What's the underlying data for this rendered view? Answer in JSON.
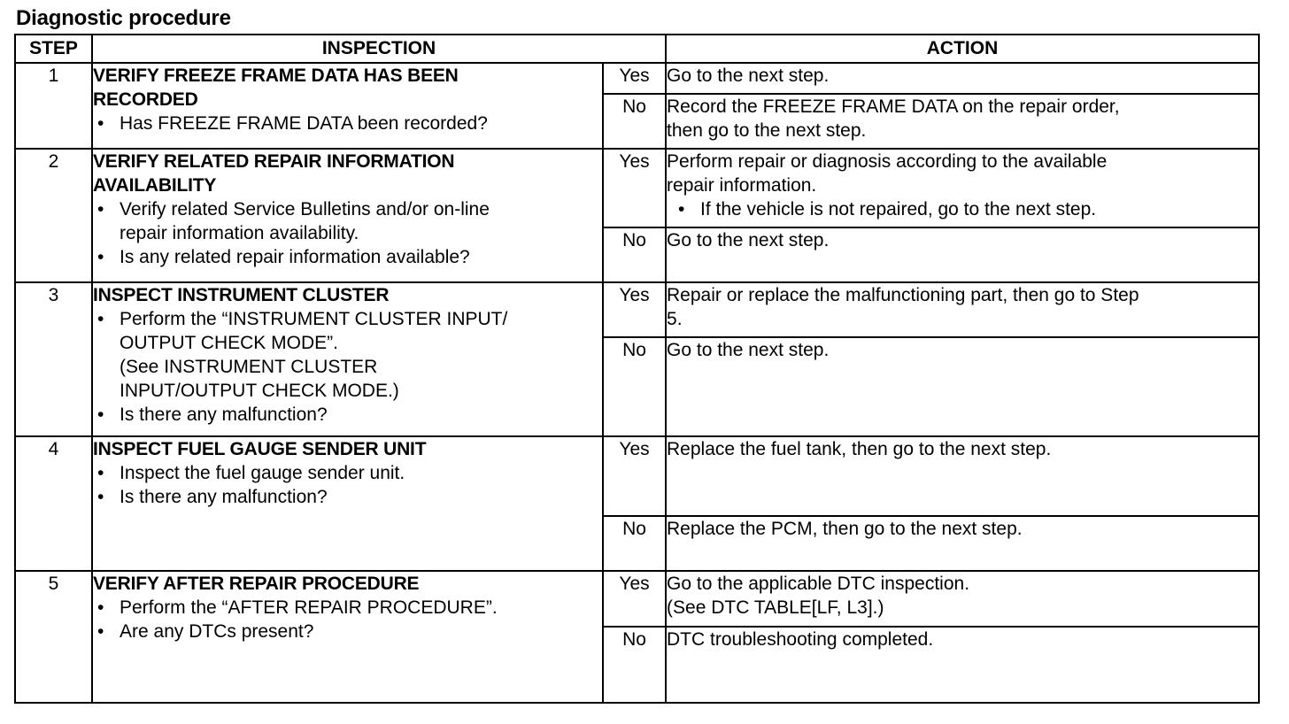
{
  "page_title": "Diagnostic procedure",
  "headers": {
    "step": "STEP",
    "inspection": "INSPECTION",
    "action": "ACTION"
  },
  "steps": [
    {
      "num": "1",
      "title_lines": [
        "VERIFY FREEZE FRAME DATA HAS BEEN",
        "RECORDED"
      ],
      "bullets": [
        "Has FREEZE FRAME DATA been recorded?"
      ],
      "yes": {
        "label": "Yes",
        "lines": [
          "Go to the next step."
        ]
      },
      "no": {
        "label": "No",
        "lines": [
          "Record the FREEZE FRAME DATA on the repair order,",
          "then go to the next step."
        ]
      }
    },
    {
      "num": "2",
      "title_lines": [
        "VERIFY RELATED REPAIR INFORMATION",
        "AVAILABILITY"
      ],
      "bullets": [
        [
          "Verify related Service Bulletins and/or on-line",
          "repair information availability."
        ],
        "Is any related repair information available?"
      ],
      "yes": {
        "label": "Yes",
        "lines": [
          "Perform repair or diagnosis according to the available",
          "repair information."
        ],
        "bullet": "If the vehicle is not repaired, go to the next step."
      },
      "no": {
        "label": "No",
        "lines": [
          "Go to the next step."
        ]
      }
    },
    {
      "num": "3",
      "title_lines": [
        "INSPECT INSTRUMENT CLUSTER"
      ],
      "bullets": [
        [
          "Perform the “INSTRUMENT CLUSTER INPUT/",
          "OUTPUT CHECK MODE”."
        ],
        "Is there any malfunction?"
      ],
      "see_lines": [
        "(See  INSTRUMENT CLUSTER",
        "INPUT/OUTPUT CHECK MODE.)"
      ],
      "yes": {
        "label": "Yes",
        "lines": [
          "Repair or replace the malfunctioning part, then go to Step",
          "5."
        ]
      },
      "no": {
        "label": "No",
        "lines": [
          "Go to the next step."
        ]
      }
    },
    {
      "num": "4",
      "title_lines": [
        "INSPECT FUEL GAUGE SENDER UNIT"
      ],
      "bullets": [
        "Inspect the fuel gauge sender unit.",
        "Is there any malfunction?"
      ],
      "yes": {
        "label": "Yes",
        "lines": [
          "Replace the fuel tank, then go to the next step."
        ]
      },
      "no": {
        "label": "No",
        "lines": [
          "Replace the PCM, then go to the next step."
        ]
      }
    },
    {
      "num": "5",
      "title_lines": [
        "VERIFY AFTER REPAIR PROCEDURE"
      ],
      "bullets": [
        "Perform the “AFTER REPAIR PROCEDURE”.",
        "Are any DTCs present?"
      ],
      "yes": {
        "label": "Yes",
        "lines": [
          "Go to the applicable DTC inspection.",
          "(See  DTC TABLE[LF, L3].)"
        ]
      },
      "no": {
        "label": "No",
        "lines": [
          "DTC troubleshooting completed."
        ]
      }
    }
  ]
}
